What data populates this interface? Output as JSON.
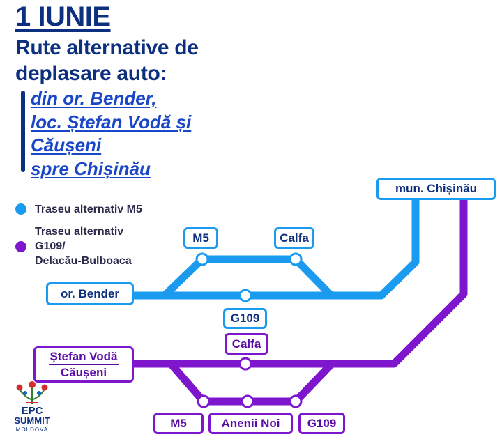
{
  "header": {
    "date": "1 IUNIE",
    "title_line1": "Rute alternative de",
    "title_line2": "deplasare auto:",
    "sub_line1": "din or. Bender,",
    "sub_line2": "loc. Ștefan Vodă și",
    "sub_line3": "Căușeni",
    "sub_line4": "spre Chișinău"
  },
  "legend": {
    "item1": "Traseu alternativ M5",
    "item2_line1": "Traseu alternativ",
    "item2_line2": "G109/",
    "item2_line3": "Delacău-Bulboaca"
  },
  "nodes": {
    "chisinau": "mun. Chișinău",
    "bender": "or. Bender",
    "m5_top": "M5",
    "calfa_top": "Calfa",
    "g109_mid": "G109",
    "calfa_mid": "Calfa",
    "stefan_voda": "Ștefan Vodă",
    "causeni": "Căușeni",
    "m5_bottom": "M5",
    "anenii_noi": "Anenii Noi",
    "g109_bottom": "G109"
  },
  "logo": {
    "line1": "EPC",
    "line2": "SUMMIT",
    "line3": "MOLDOVA"
  },
  "colors": {
    "blue_route": "#1a9bf0",
    "purple_route": "#7d16cc",
    "navy": "#0d2f80"
  }
}
